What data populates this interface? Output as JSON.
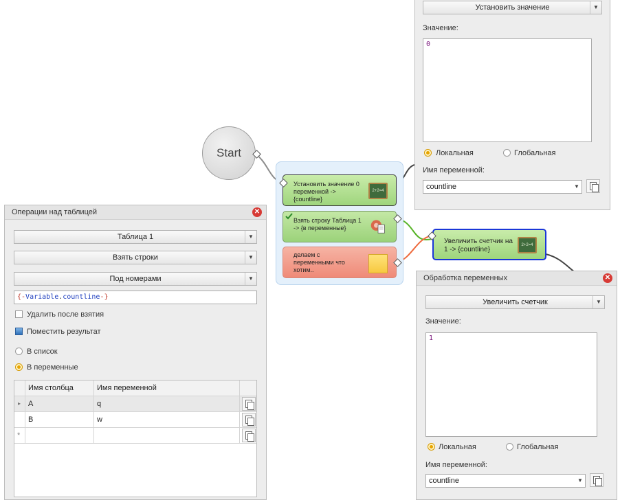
{
  "canvas": {
    "start_label": "Start",
    "actions": [
      {
        "text": "Установить значение 0 переменной -> {countline}",
        "icon": "chalkboard-icon"
      },
      {
        "text": "Взять строку Таблица 1 -> {в переменные}",
        "icon": "gear-document-icon"
      },
      {
        "text": "делаем с переменными что хотим..",
        "icon": "sticky-note-icon"
      },
      {
        "text": "Увеличить счетчик на 1 -> {countline}",
        "icon": "chalkboard-icon"
      }
    ],
    "board_text": "2+2=4"
  },
  "top_panel": {
    "operation": "Установить значение",
    "value_label": "Значение:",
    "value": "0",
    "radio_local": "Локальная",
    "radio_global": "Глобальная",
    "var_label": "Имя переменной:",
    "var_name": "countline"
  },
  "table_panel": {
    "title": "Операции над таблицей",
    "table": "Таблица 1",
    "action": "Взять строки",
    "mode": "Под номерами",
    "expression_open": "{-",
    "expression_var": "Variable",
    "expression_dot": ".",
    "expression_name": "countline",
    "expression_close": "-}",
    "delete_after": "Удалить после взятия",
    "put_result": "Поместить результат",
    "to_list": "В список",
    "to_vars": "В переменные",
    "columns": [
      "Имя столбца",
      "Имя переменной"
    ],
    "rows": [
      [
        "A",
        "q"
      ],
      [
        "B",
        "w"
      ]
    ],
    "new_row_marker": "*"
  },
  "var_panel": {
    "title": "Обработка переменных",
    "operation": "Увеличить счетчик",
    "value_label": "Значение:",
    "value": "1",
    "radio_local": "Локальная",
    "radio_global": "Глобальная",
    "var_label": "Имя переменной:",
    "var_name": "countline"
  },
  "colors": {
    "accent_green": "#9fd57d",
    "note_red": "#ef8a78",
    "selected_border": "#1a36d8",
    "close_red": "#d73a35"
  }
}
